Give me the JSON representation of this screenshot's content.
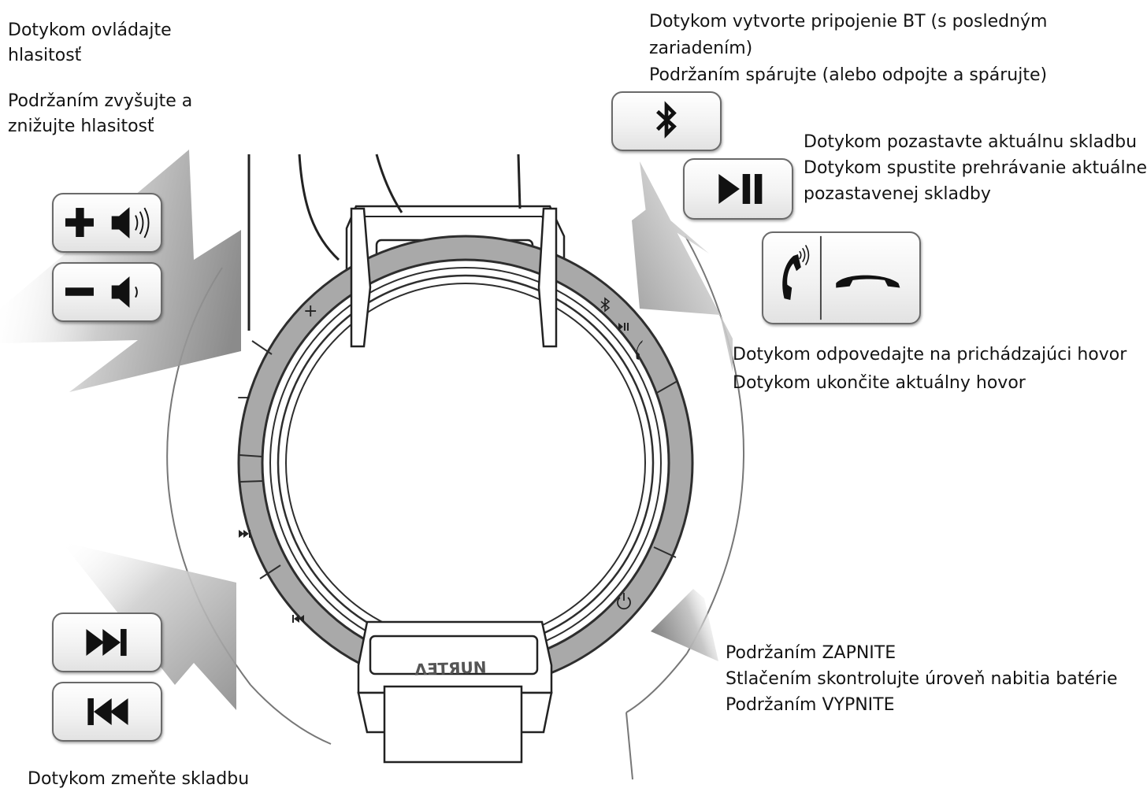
{
  "labels": {
    "volume": {
      "line1": "Dotykom ovládajte",
      "line2": "hlasitosť",
      "line3": "Podržaním zvyšujte a",
      "line4": "znižujte hlasitosť"
    },
    "bluetooth": {
      "line1": "Dotykom vytvorte pripojenie BT (s posledným",
      "line2": "zariadením)",
      "line3": "Podržaním spárujte (alebo odpojte a spárujte)"
    },
    "play_pause": {
      "line1": "Dotykom pozastavte aktuálnu skladbu",
      "line2": "Dotykom spustite prehrávanie aktuálne",
      "line3": "pozastavenej skladby"
    },
    "call": {
      "line1": "Dotykom odpovedajte na prichádzajúci hovor",
      "line2": "Dotykom ukončite aktuálny hovor"
    },
    "power": {
      "line1": "Podržaním ZAPNITE",
      "line2": "Stlačením skontrolujte úroveň nabitia batérie",
      "line3": "Podržaním VYPNITE"
    },
    "track": {
      "line1": "Dotykom zmeňte skladbu"
    }
  },
  "ring_symbols": {
    "plus": "+",
    "minus": "−"
  },
  "brand_mark": "ΛƎTЯUN",
  "icons": [
    "volume-up-icon",
    "volume-down-icon",
    "bluetooth-icon",
    "play-pause-icon",
    "answer-call-icon",
    "end-call-icon",
    "next-track-icon",
    "previous-track-icon",
    "power-icon"
  ],
  "colors": {
    "ring_gray": "#a9a9a9",
    "outline": "#3a3a3a",
    "arrow_dark": "#8c8c8c"
  }
}
